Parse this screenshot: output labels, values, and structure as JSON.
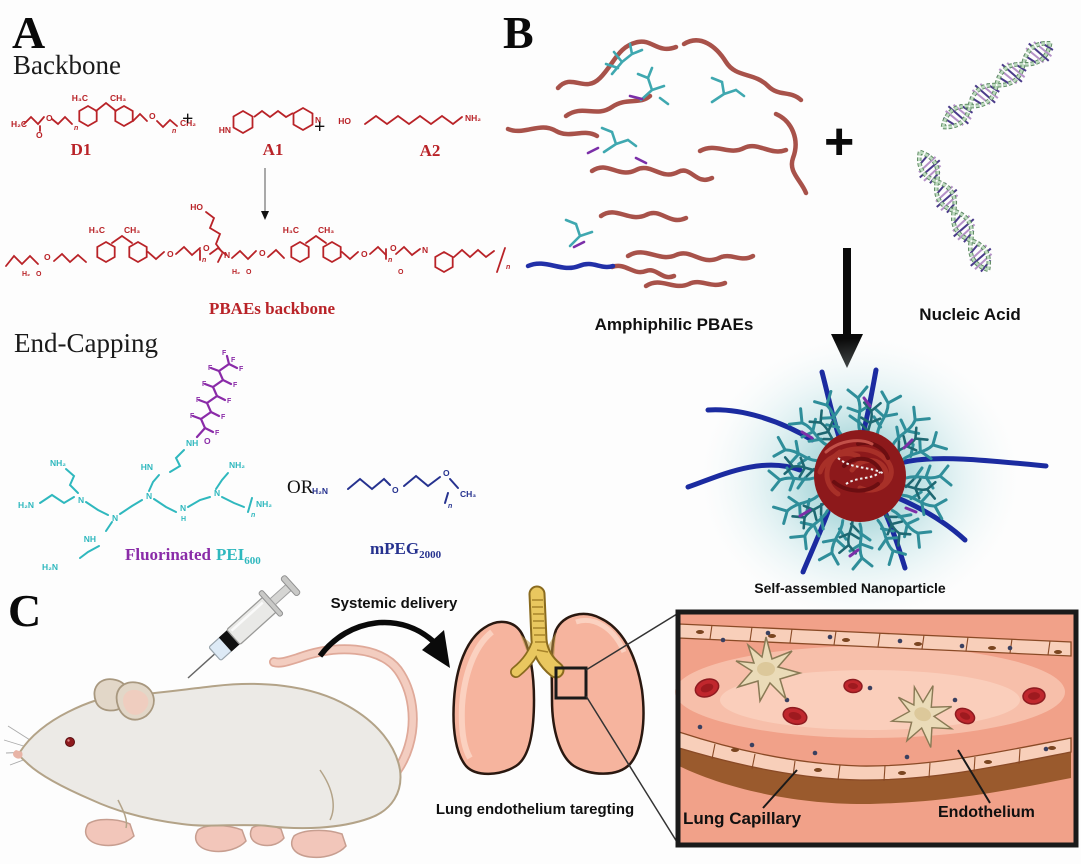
{
  "panelA": {
    "letter": "A",
    "backbone_heading": "Backbone",
    "end_capping_heading": "End-Capping",
    "d1_label": "D1",
    "a1_label": "A1",
    "a2_label": "A2",
    "plus": "+",
    "pbae_backbone_label": "PBAEs backbone",
    "or_label": "OR",
    "fluorinated_word": "Fluorinated",
    "pei_word": "PEI",
    "pei_sub": "600",
    "mpeg_word": "mPEG",
    "mpeg_sub": "2000",
    "atoms": {
      "h2c": "H₂C",
      "ch2": "CH₂",
      "h3c": "H₃C",
      "ch3": "CH₃",
      "o": "O",
      "n_sub": "n",
      "hn": "HN",
      "nh": "NH",
      "nh2": "NH₂",
      "h2n": "H₂N",
      "ho": "HO",
      "n": "N",
      "h": "H",
      "h2": "H₂",
      "f": "F"
    }
  },
  "panelB": {
    "letter": "B",
    "amphiphilic_label": "Amphiphilic PBAEs",
    "plus": "+",
    "nucleic_label": "Nucleic Acid",
    "nanoparticle_label": "Self-assembled Nanoparticle"
  },
  "panelC": {
    "letter": "C",
    "systemic_label": "Systemic delivery",
    "lung_target_label": "Lung endothelium taregting",
    "inset": {
      "capillary_label": "Lung Capillary",
      "endothelium_label": "Endothelium"
    }
  },
  "colors": {
    "chem_red": "#B92328",
    "chem_purple": "#8A2BA8",
    "chem_cyan": "#2FB8BE",
    "chem_navy": "#26328F",
    "polymer_red": "#A8524A",
    "polymer_teal": "#3FA8B0",
    "polymer_blue": "#2230A8",
    "dna_green_dark": "#5E8A62",
    "dna_green_light": "#BCD9BE",
    "dna_rung_purple": "#4A3A8A",
    "glow_teal": "#7FBFC6",
    "core_red": "#8D191B",
    "tail_blue": "#1B2BA0",
    "mouse_gray": "#ECEAE6",
    "mouse_pink": "#F2C6BA",
    "lung_salmon": "#F6B49E",
    "trachea_yellow": "#E9C75F",
    "inset_bg": "#F1A189",
    "vessel_brown": "#9A5A2D",
    "rbc_red": "#C0272D",
    "cell_cream": "#F8CFBA",
    "star_tan": "#EADBB8"
  }
}
